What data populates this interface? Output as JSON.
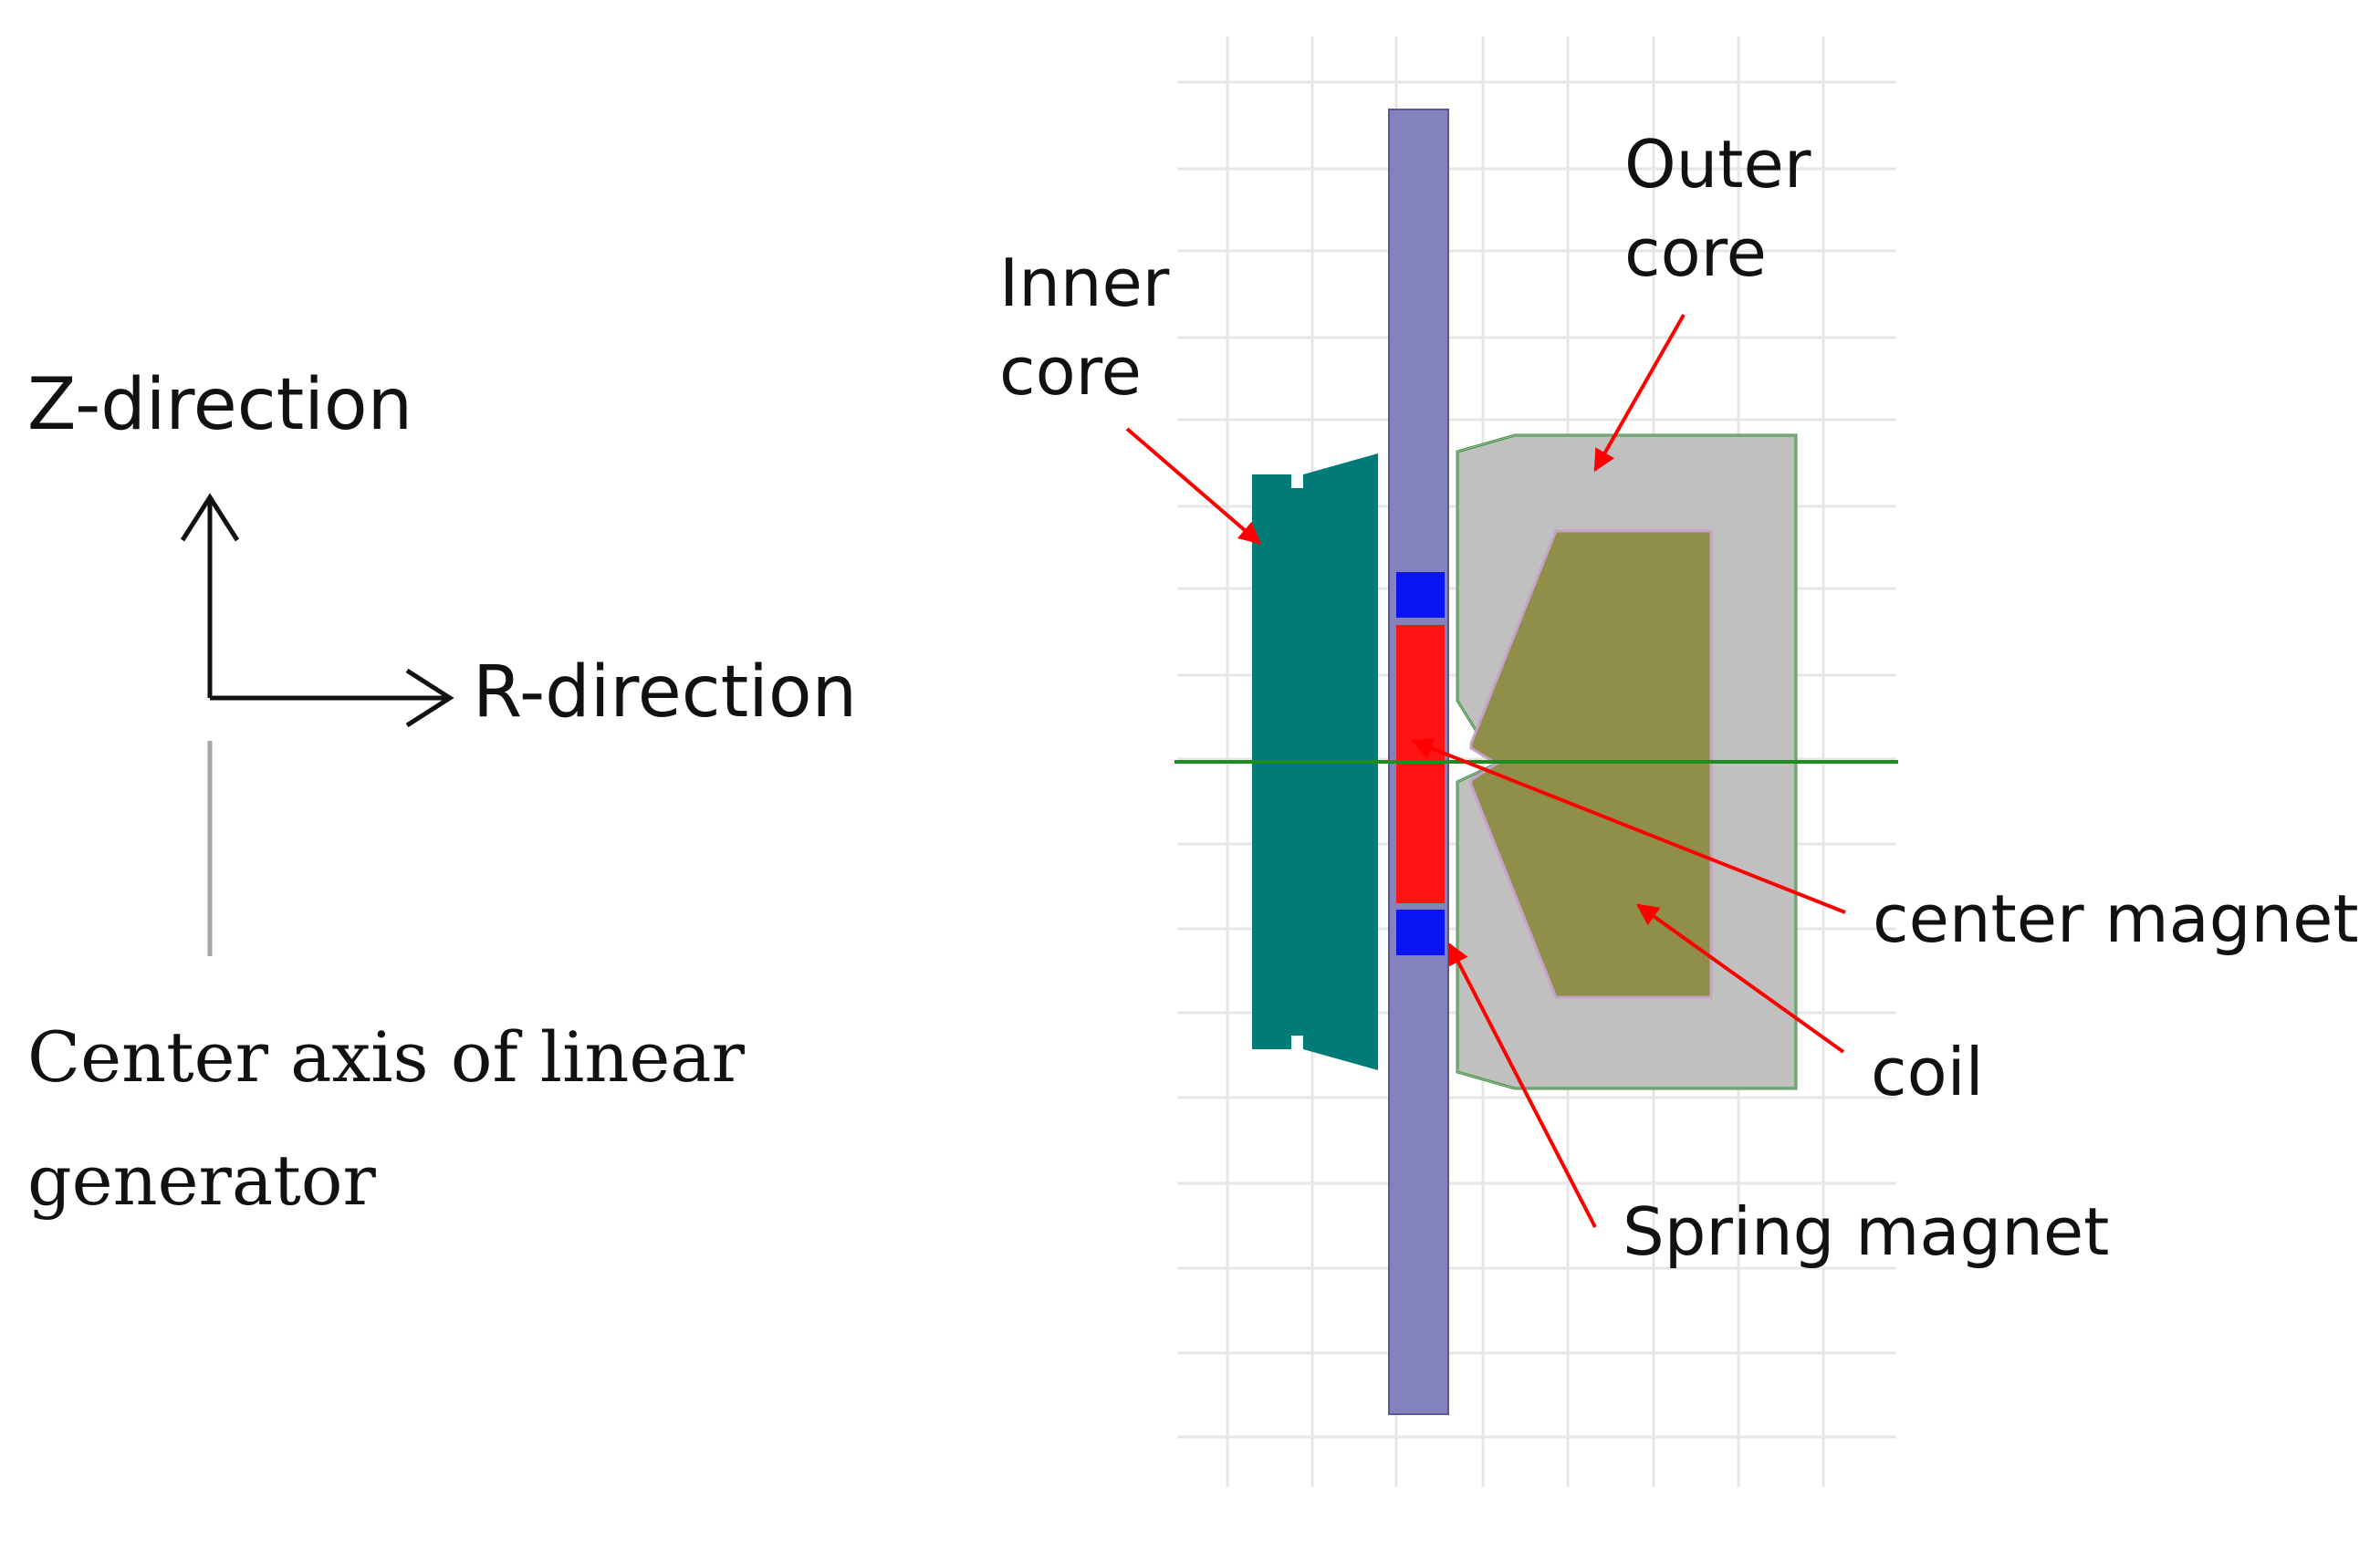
{
  "legend": {
    "z_label": "Z-direction",
    "r_label": "R-direction",
    "axis_caption_line1": "Center axis of linear",
    "axis_caption_line2": "generator"
  },
  "labels": {
    "outer_core_line1": "Outer",
    "outer_core_line2": "core",
    "inner_core_line1": "Inner",
    "inner_core_line2": "core",
    "center_magnet": "center magnet",
    "coil": "coil",
    "spring_magnet": "Spring magnet"
  },
  "colors": {
    "shaft": "#8482bc",
    "inner_core": "#007b78",
    "outer_core": "#c0c0c0",
    "coil": "#8f8f4a",
    "center_magnet": "#ff1414",
    "spring_magnet": "#0a14f0",
    "center_line": "#1e8c1e",
    "arrow": "#ff0000",
    "grid": "#e6e6e6"
  }
}
